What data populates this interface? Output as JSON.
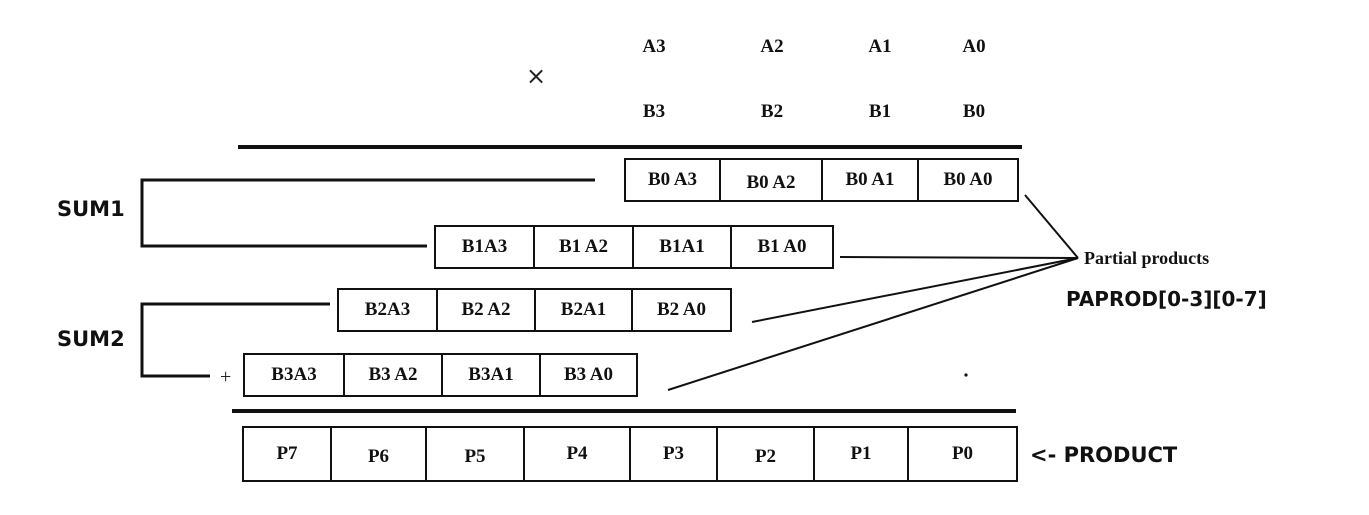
{
  "multiplicand": [
    "A3",
    "A2",
    "A1",
    "A0"
  ],
  "multiplier": [
    "B3",
    "B2",
    "B1",
    "B0"
  ],
  "times_symbol": "×",
  "plus_symbol": "+",
  "partial_rows": [
    [
      "B0 A3",
      "B0 A2",
      "B0 A1",
      "B0 A0"
    ],
    [
      "B1A3",
      "B1 A2",
      "B1A1",
      "B1 A0"
    ],
    [
      "B2A3",
      "B2 A2",
      "B2A1",
      "B2 A0"
    ],
    [
      "B3A3",
      "B3 A2",
      "B3A1",
      "B3 A0"
    ]
  ],
  "product": [
    "P7",
    "P6",
    "P5",
    "P4",
    "P3",
    "P2",
    "P1",
    "P0"
  ],
  "labels": {
    "sum1": "SUM1",
    "sum2": "SUM2",
    "partial_products": "Partial products",
    "paprod": "PAPROD[0-3][0-7]",
    "product_arrow": "<- PRODUCT"
  }
}
